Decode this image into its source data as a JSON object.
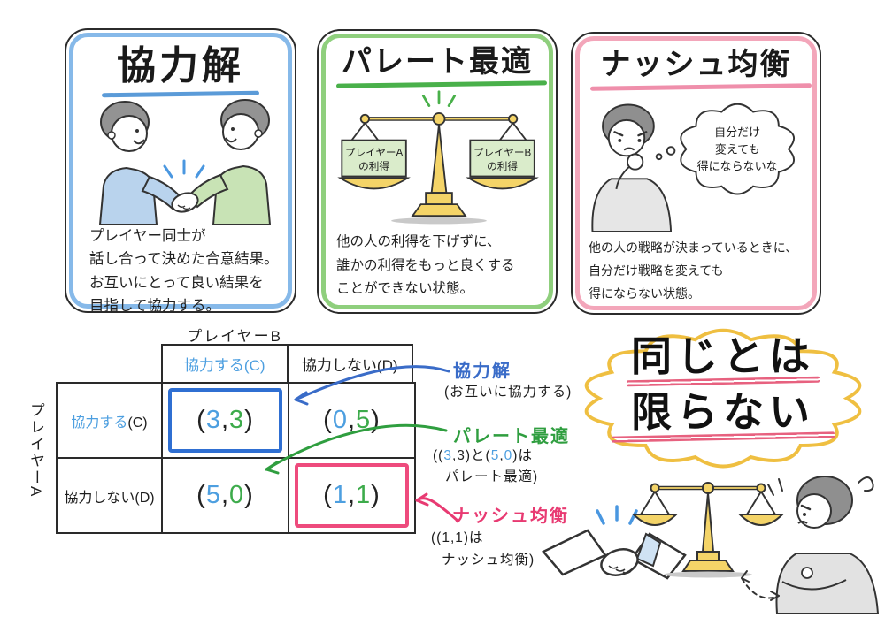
{
  "cards": [
    {
      "title": "協力解",
      "description": [
        "プレイヤー同士が",
        "話し合って決めた合意結果。",
        "お互いにとって良い結果を",
        "目指して協力する。"
      ]
    },
    {
      "title": "パレート最適",
      "pan_left": [
        "プレイヤーA",
        "の利得"
      ],
      "pan_right": [
        "プレイヤーB",
        "の利得"
      ],
      "description": [
        "他の人の利得を下げずに、",
        "誰かの利得をもっと良くする",
        "ことができない状態。"
      ]
    },
    {
      "title": "ナッシュ均衡",
      "thought": [
        "自分だけ",
        "変えても",
        "得にならないな"
      ],
      "description": [
        "他の人の戦略が決まっているときに、",
        "自分だけ戦略を変えても",
        "得にならない状態。"
      ]
    }
  ],
  "matrix": {
    "col_player": "プレイヤーB",
    "row_player": "プレイヤーA",
    "col_headers": [
      [
        {
          "t": "協力する(C)",
          "c": "blue"
        }
      ],
      [
        {
          "t": "協力しない(D)",
          "c": ""
        }
      ]
    ],
    "row_headers": [
      [
        {
          "t": "協力する",
          "c": "blue"
        },
        {
          "t": "(C)",
          "c": ""
        }
      ],
      [
        {
          "t": "協力しない(D)",
          "c": ""
        }
      ]
    ],
    "cells": [
      [
        [
          {
            "t": "( ",
            "c": ""
          },
          {
            "t": "3",
            "c": "blue"
          },
          {
            "t": " , ",
            "c": ""
          },
          {
            "t": "3",
            "c": "green"
          },
          {
            "t": " )",
            "c": ""
          }
        ],
        [
          {
            "t": "( ",
            "c": ""
          },
          {
            "t": "0",
            "c": "blue"
          },
          {
            "t": " , ",
            "c": ""
          },
          {
            "t": "5",
            "c": "green"
          },
          {
            "t": " )",
            "c": ""
          }
        ]
      ],
      [
        [
          {
            "t": "( ",
            "c": ""
          },
          {
            "t": "5",
            "c": "blue"
          },
          {
            "t": " , ",
            "c": ""
          },
          {
            "t": "0",
            "c": "green"
          },
          {
            "t": " )",
            "c": ""
          }
        ],
        [
          {
            "t": "( ",
            "c": ""
          },
          {
            "t": "1",
            "c": "blue"
          },
          {
            "t": " , ",
            "c": ""
          },
          {
            "t": "1",
            "c": "green"
          },
          {
            "t": " )",
            "c": ""
          }
        ]
      ]
    ]
  },
  "annotations": [
    {
      "label": "協力解",
      "line1": [
        {
          "t": "(お互いに協力する)",
          "c": ""
        }
      ],
      "line2": []
    },
    {
      "label": "パレート最適",
      "line1": [
        {
          "t": "((",
          "c": ""
        },
        {
          "t": "3",
          "c": "blue"
        },
        {
          "t": ",",
          "c": ""
        },
        {
          "t": "3",
          "c": ""
        },
        {
          "t": ")と(",
          "c": ""
        },
        {
          "t": "5",
          "c": "blue"
        },
        {
          "t": ",",
          "c": ""
        },
        {
          "t": "0",
          "c": "blue"
        },
        {
          "t": ")は",
          "c": ""
        }
      ],
      "line2": [
        {
          "t": "パレート最適)",
          "c": ""
        }
      ]
    },
    {
      "label": "ナッシュ均衡",
      "line1": [
        {
          "t": "((1,1)は",
          "c": ""
        }
      ],
      "line2": [
        {
          "t": "ナッシュ均衡)",
          "c": ""
        }
      ]
    }
  ],
  "cloud": {
    "lines": [
      "同じとは",
      "限らない"
    ]
  },
  "colors": {
    "blue_card": "#86b9e9",
    "green_card": "#8fcf7d",
    "pink_card": "#f3a6ba",
    "blue_underline": "#5b9bd8",
    "green_underline": "#49b04a",
    "pink_underline": "#ef8fab",
    "box_blue": "#2f6fd2",
    "box_pink": "#ee4b7d",
    "num_blue": "#4d9fe0",
    "num_green": "#3dab4b",
    "ann_blue": "#3a6cc8",
    "ann_green": "#2f9e3f",
    "ann_pink": "#e83a72",
    "cloud_yellow": "#efbf41",
    "cloud_text_underline": "#e7617f",
    "scale_gold": "#f4d468"
  }
}
